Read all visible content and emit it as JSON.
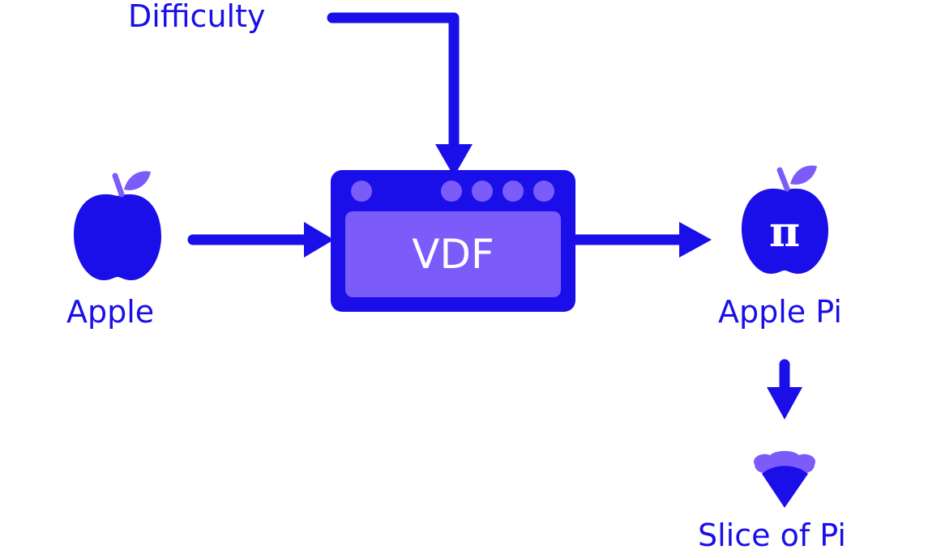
{
  "labels": {
    "difficulty": "Difficulty",
    "apple": "Apple",
    "vdf": "VDF",
    "apple_pi": "Apple Pi",
    "pi_symbol": "π",
    "slice": "Slice of Pi"
  },
  "colors": {
    "primary": "#1A0FE8",
    "secondary": "#7B5CFA",
    "background": "#FFFFFF"
  },
  "icons": [
    "apple-icon",
    "oven-icon",
    "apple-pi-icon",
    "pie-slice-icon"
  ]
}
